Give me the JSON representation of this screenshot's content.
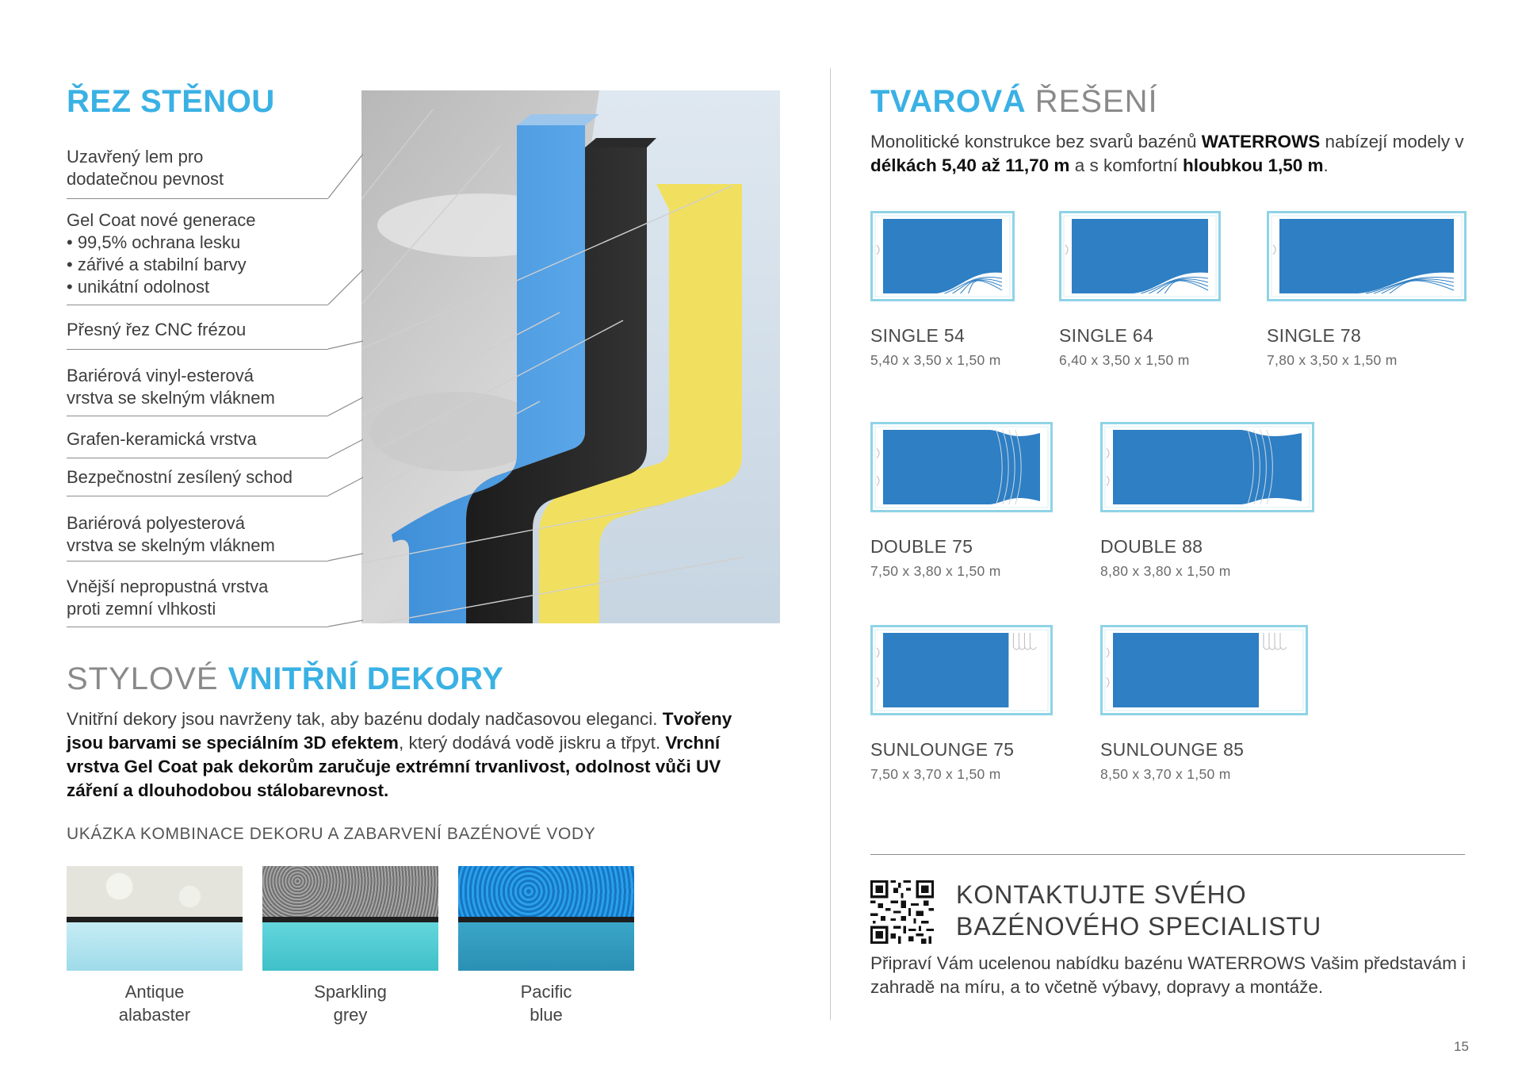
{
  "left": {
    "section_title": "ŘEZ STĚNOU",
    "layers": [
      {
        "text": "Uzavřený lem pro\ndodatečnou pevnost"
      },
      {
        "text": "Gel Coat nové generace\n• 99,5% ochrana lesku\n• zářivé a stabilní barvy\n• unikátní odolnost"
      },
      {
        "text": "Přesný řez CNC frézou"
      },
      {
        "text": "Bariérová vinyl-esterová\nvrstva se skelným vláknem"
      },
      {
        "text": "Grafen-keramická vrstva"
      },
      {
        "text": "Bezpečnostní zesílený schod"
      },
      {
        "text": "Bariérová polyesterová\nvrstva se skelným vláknem"
      },
      {
        "text": "Vnější nepropustná vrstva\nproti zemní vlhkosti"
      }
    ],
    "dekory": {
      "title_light": "STYLOVÉ ",
      "title_bold": "VNITŘNÍ DEKORY",
      "p1": "Vnitřní dekory jsou navrženy tak, aby bazénu dodaly nadčasovou eleganci. ",
      "b1": "Tvořeny jsou barvami se speciálním 3D efektem",
      "p2": ", který dodává vodě jiskru a třpyt. ",
      "b2": "Vrchní vrstva Gel Coat pak dekorům zaručuje extrémní trvanlivost, odolnost vůči UV záření a dlouhodobou stálobarevnost."
    },
    "combo_title": "UKÁZKA KOMBINACE DEKORU A ZABARVENÍ BAZÉNOVÉ VODY",
    "swatches": [
      {
        "line1": "Antique",
        "line2": "alabaster",
        "top_color": "#e6e6de",
        "water_color": "#a8e0ec"
      },
      {
        "line1": "Sparkling",
        "line2": "grey",
        "top_color": "#8e8e8e",
        "water_color": "#5fd0d6"
      },
      {
        "line1": "Pacific",
        "line2": "blue",
        "top_color": "#1f8fd8",
        "water_color": "#3aa3c6"
      }
    ]
  },
  "right": {
    "title_bold": "TVAROVÁ ",
    "title_light": "ŘEŠENÍ",
    "intro_p1": "Monolitické konstrukce bez svarů bazénů ",
    "intro_b1": "WATERROWS",
    "intro_p2": " nabízejí modely v ",
    "intro_b2": "délkách 5,40 až 11,70 m",
    "intro_p3": " a s komfortní ",
    "intro_b3": "hloubkou 1,50 m",
    "intro_p4": ".",
    "pools": [
      {
        "name": "SINGLE 54",
        "dims": "5,40 x 3,50 x 1,50 m",
        "shape": "single"
      },
      {
        "name": "SINGLE 64",
        "dims": "6,40 x 3,50 x 1,50 m",
        "shape": "single"
      },
      {
        "name": "SINGLE 78",
        "dims": "7,80 x 3,50 x 1,50 m",
        "shape": "single"
      },
      {
        "name": "DOUBLE 75",
        "dims": "7,50 x 3,80 x 1,50 m",
        "shape": "double"
      },
      {
        "name": "DOUBLE 88",
        "dims": "8,80 x 3,80 x 1,50 m",
        "shape": "double"
      },
      {
        "name": "SUNLOUNGE 75",
        "dims": "7,50 x 3,70 x 1,50 m",
        "shape": "sunlounge"
      },
      {
        "name": "SUNLOUNGE 85",
        "dims": "8,50 x 3,70 x 1,50 m",
        "shape": "sunlounge"
      }
    ],
    "contact_title_1": "KONTAKTUJTE SVÉHO",
    "contact_title_2": "BAZÉNOVÉHO SPECIALISTU",
    "contact_text": "Připraví Vám ucelenou nabídku bazénu WATERROWS Vašim představám i zahradě na míru, a to včetně výbavy, dopravy a montáže."
  },
  "page_number": "15",
  "colors": {
    "accent": "#3ab1e4",
    "pool_water": "#2e7fc4",
    "pool_frame": "#8fd3e6"
  }
}
